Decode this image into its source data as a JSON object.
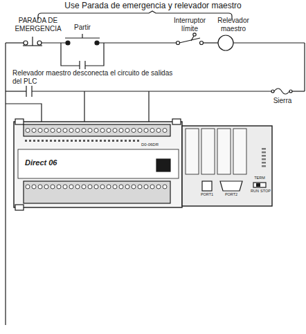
{
  "diagram": {
    "title": "Use Parada de emergencia y relevador maestro",
    "labels": [
      "PARADA DE EMERGENCIA",
      "Partir",
      "Interruptor límite",
      "Relevador maestro",
      "Relevador maestro desconecta el circuito de salidas del PLC",
      "Sierra",
      "D0-06DR",
      "Direct 06",
      "PORT1",
      "PORT2",
      "TERM",
      "RUN",
      "STOP"
    ]
  }
}
